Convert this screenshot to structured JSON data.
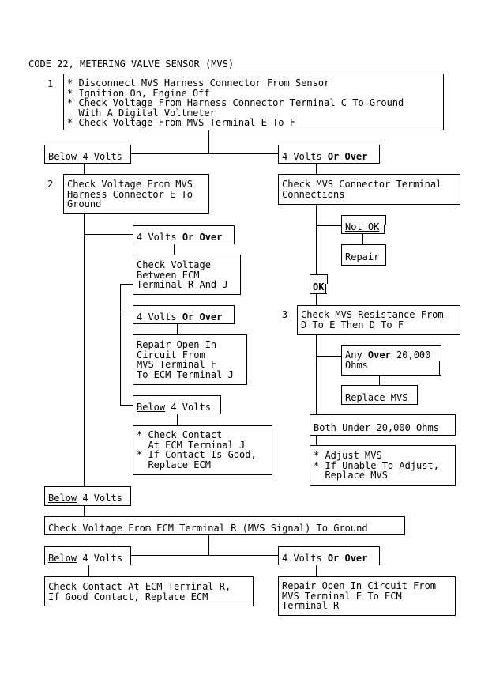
{
  "title": "CODE 22, METERING VALVE SENSOR (MVS)",
  "steps": {
    "s1_num": "1",
    "s1_lines": [
      "* Disconnect MVS Harness Connector From Sensor",
      "* Ignition On, Engine Off",
      "* Check Voltage From Harness Connector Terminal C To Ground",
      "  With A Digital Voltmeter",
      "* Check Voltage From MVS Terminal E To F"
    ],
    "s2_num": "2",
    "s3_num": "3"
  },
  "labels": {
    "below": "Below",
    "four_volts": "4 Volts",
    "four": "4",
    "volts": "Volts",
    "or_over": "Or Over",
    "ok": "OK",
    "not_ok": "Not OK"
  },
  "boxes": {
    "check_mvs_conn_1": "Check MVS Connector Terminal",
    "check_mvs_conn_2": "Connections",
    "repair": "Repair",
    "v_from_mvs_1": "Check Voltage From MVS",
    "v_from_mvs_2": "Harness Connector E To",
    "v_from_mvs_3": "Ground",
    "v_ecm_1": "Check Voltage",
    "v_ecm_2": "Between ECM",
    "v_ecm_3": "Terminal R And J",
    "repair_open_1": "Repair Open In",
    "repair_open_2": "Circuit From",
    "repair_open_3": "MVS Terminal F",
    "repair_open_4": "To ECM Terminal J",
    "contact_j_1": "* Check Contact",
    "contact_j_2": "  At ECM Terminal J",
    "contact_j_3": "* If Contact Is Good,",
    "contact_j_4": "  Replace ECM",
    "resist_1": "Check MVS Resistance From",
    "resist_2": "D To E Then D To F",
    "any_over_pre": "Any ",
    "any_over_bold": "Over",
    "any_over_post": " 20,000",
    "ohms": "Ohms",
    "replace_mvs": "Replace MVS",
    "both_pre": "Both ",
    "both_u": "Under",
    "both_post": " 20,000 Ohms",
    "adjust_1": "* Adjust MVS",
    "adjust_2": "* If Unable To Adjust,",
    "adjust_3": "  Replace MVS",
    "ecm_r_signal": "Check Voltage From ECM Terminal R (MVS Signal) To Ground",
    "contact_r_1": "Check Contact At ECM Terminal R,",
    "contact_r_2": "If Good Contact, Replace ECM",
    "open_e_1": "Repair Open In Circuit From",
    "open_e_2": "MVS Terminal E To ECM",
    "open_e_3": "Terminal R"
  }
}
